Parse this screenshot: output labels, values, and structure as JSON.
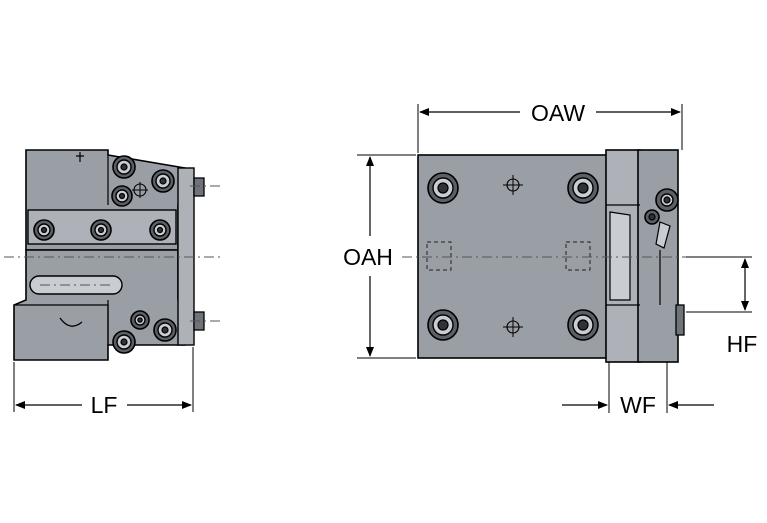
{
  "colors": {
    "body": "#9a9ea5",
    "body_light": "#aeb2b8",
    "body_dark": "#6f737a",
    "outline": "#000000",
    "background": "#ffffff"
  },
  "dimensions": {
    "oaw": "OAW",
    "oah": "OAH",
    "lf": "LF",
    "hf": "HF",
    "wf": "WF"
  }
}
